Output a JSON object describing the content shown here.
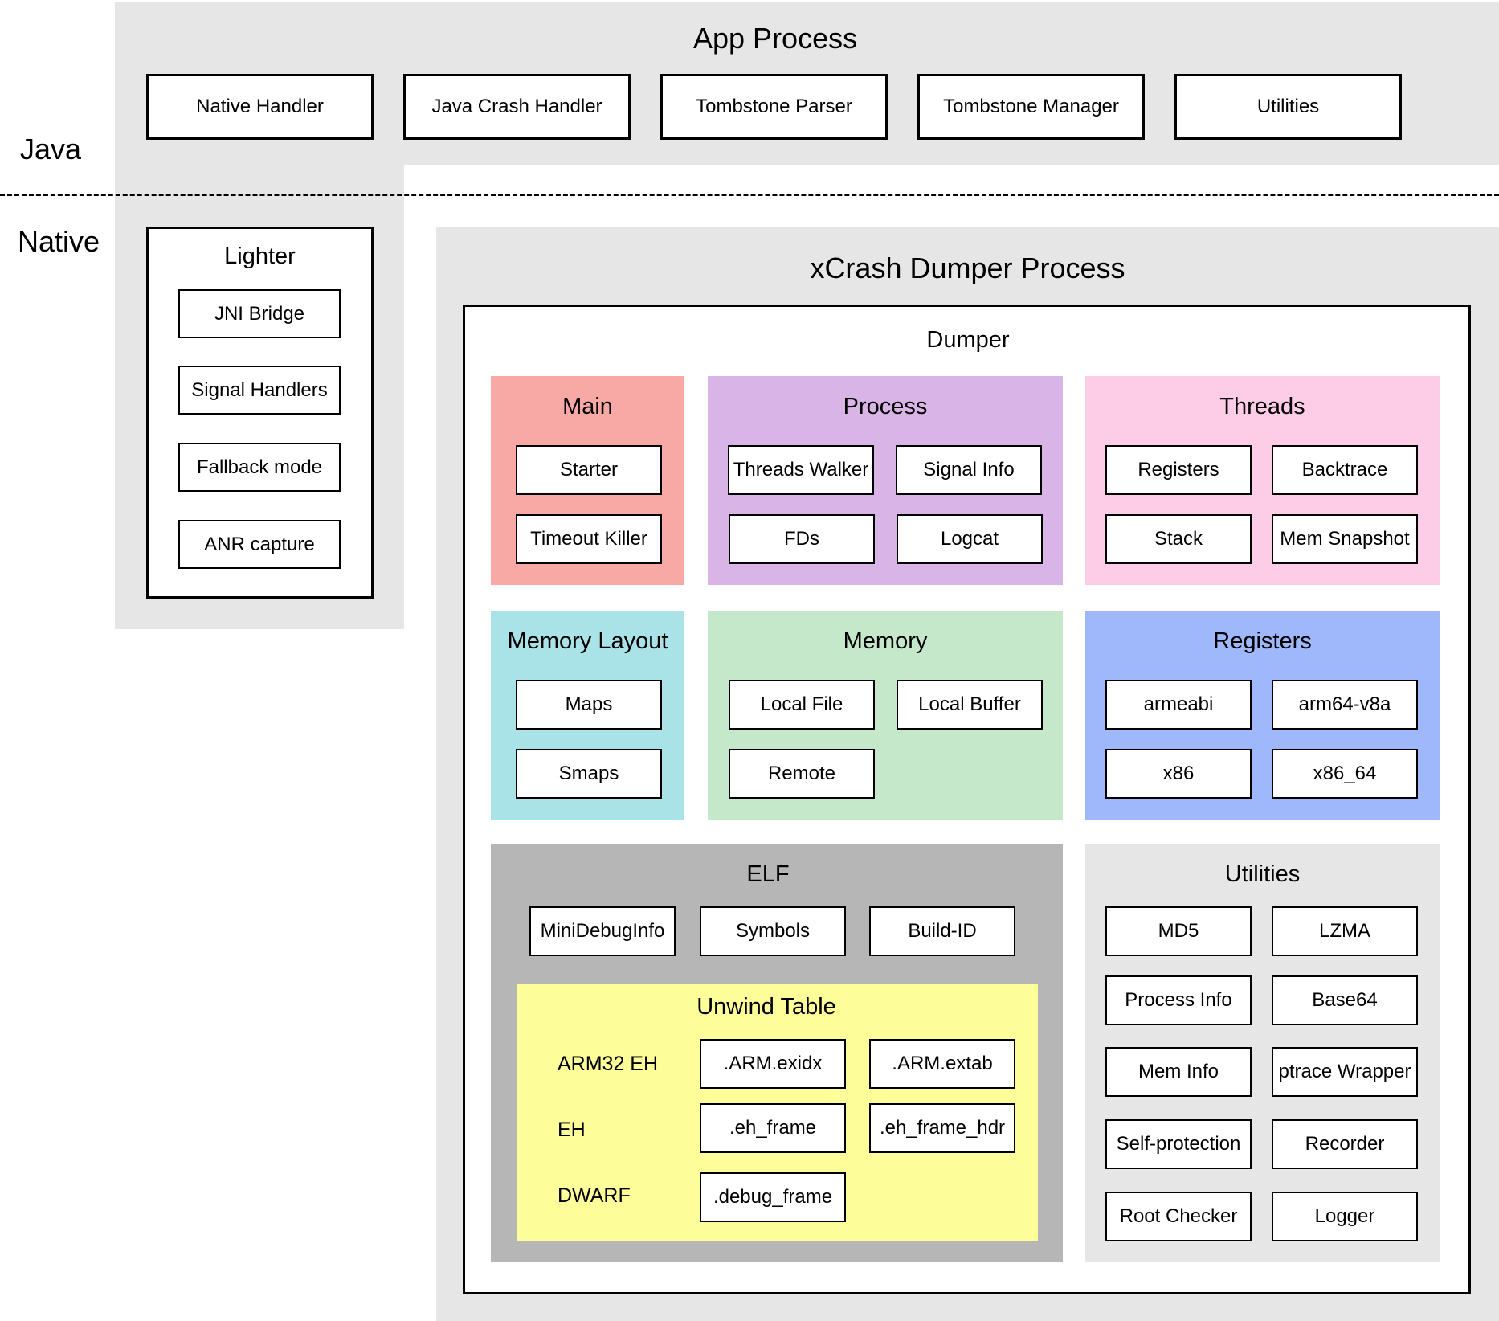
{
  "layers": {
    "java": "Java",
    "native": "Native"
  },
  "app_process": {
    "title": "App Process",
    "boxes": [
      "Native Handler",
      "Java Crash Handler",
      "Tombstone Parser",
      "Tombstone Manager",
      "Utilities"
    ]
  },
  "lighter": {
    "title": "Lighter",
    "items": [
      "JNI Bridge",
      "Signal Handlers",
      "Fallback mode",
      "ANR capture"
    ]
  },
  "dumper_process": {
    "title": "xCrash Dumper Process",
    "dumper": {
      "title": "Dumper",
      "main": {
        "title": "Main",
        "items": [
          "Starter",
          "Timeout Killer"
        ]
      },
      "process": {
        "title": "Process",
        "items": [
          "Threads Walker",
          "Signal Info",
          "FDs",
          "Logcat"
        ]
      },
      "threads": {
        "title": "Threads",
        "items": [
          "Registers",
          "Backtrace",
          "Stack",
          "Mem Snapshot"
        ]
      },
      "memory_layout": {
        "title": "Memory Layout",
        "items": [
          "Maps",
          "Smaps"
        ]
      },
      "memory": {
        "title": "Memory",
        "items": [
          "Local File",
          "Local Buffer",
          "Remote"
        ]
      },
      "registers": {
        "title": "Registers",
        "items": [
          "armeabi",
          "arm64-v8a",
          "x86",
          "x86_64"
        ]
      },
      "elf": {
        "title": "ELF",
        "items": [
          "MiniDebugInfo",
          "Symbols",
          "Build-ID"
        ],
        "unwind_table": {
          "title": "Unwind Table",
          "rows": [
            {
              "label": "ARM32 EH",
              "items": [
                ".ARM.exidx",
                ".ARM.extab"
              ]
            },
            {
              "label": "EH",
              "items": [
                ".eh_frame",
                ".eh_frame_hdr"
              ]
            },
            {
              "label": "DWARF",
              "items": [
                ".debug_frame"
              ]
            }
          ]
        }
      },
      "utilities": {
        "title": "Utilities",
        "items": [
          "MD5",
          "LZMA",
          "Process Info",
          "Base64",
          "Mem Info",
          "ptrace Wrapper",
          "Self-protection",
          "Recorder",
          "Root Checker",
          "Logger"
        ]
      }
    }
  },
  "colors": {
    "gray_panel": "#e6e6e6",
    "main": "#f8a9a6",
    "process": "#d9b4e6",
    "threads": "#fdcce6",
    "memory_layout": "#a9e3e8",
    "memory": "#c5e8cb",
    "registers": "#9fb8fb",
    "elf": "#b6b6b6",
    "unwind_table": "#fdfd9a",
    "utilities": "#e6e6e6"
  }
}
